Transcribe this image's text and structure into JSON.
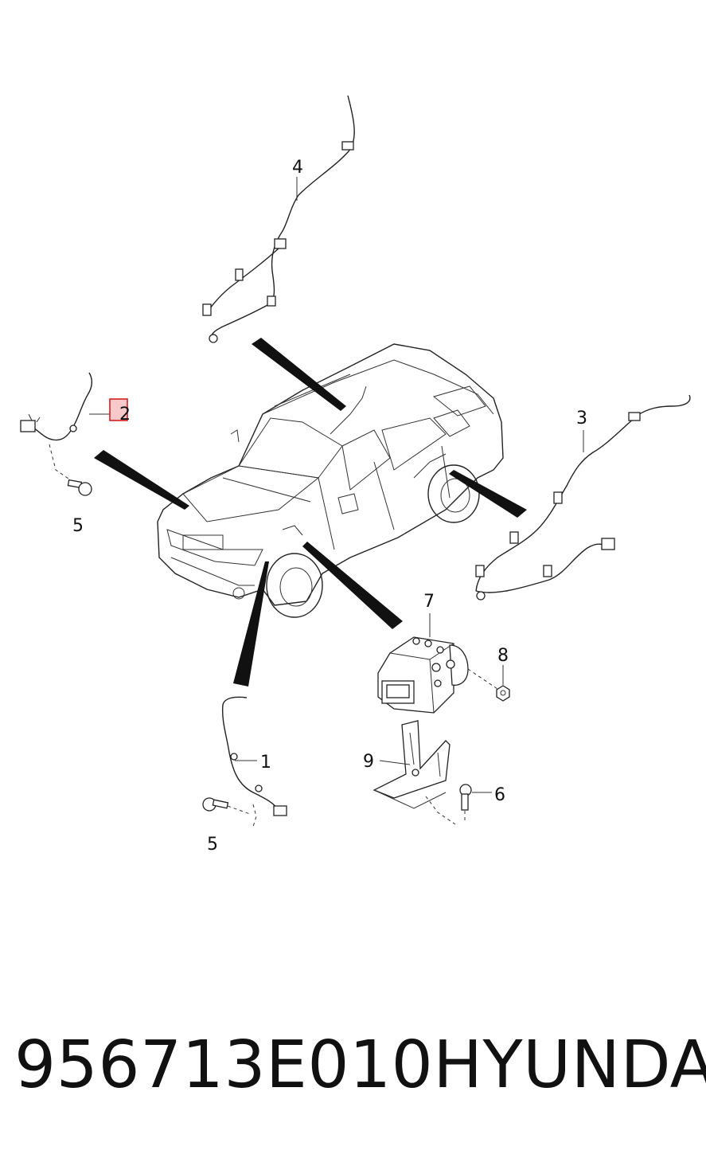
{
  "callouts": {
    "c1": "1",
    "c2": "2",
    "c3": "3",
    "c4": "4",
    "c5a": "5",
    "c5b": "5",
    "c6": "6",
    "c7": "7",
    "c8": "8",
    "c9": "9"
  },
  "caption": {
    "part_number": "956713E010",
    "brand": "HYUNDAI"
  },
  "colors": {
    "highlight_fill": "#f7c9c9",
    "highlight_stroke": "#d42020",
    "line": "#222222"
  }
}
